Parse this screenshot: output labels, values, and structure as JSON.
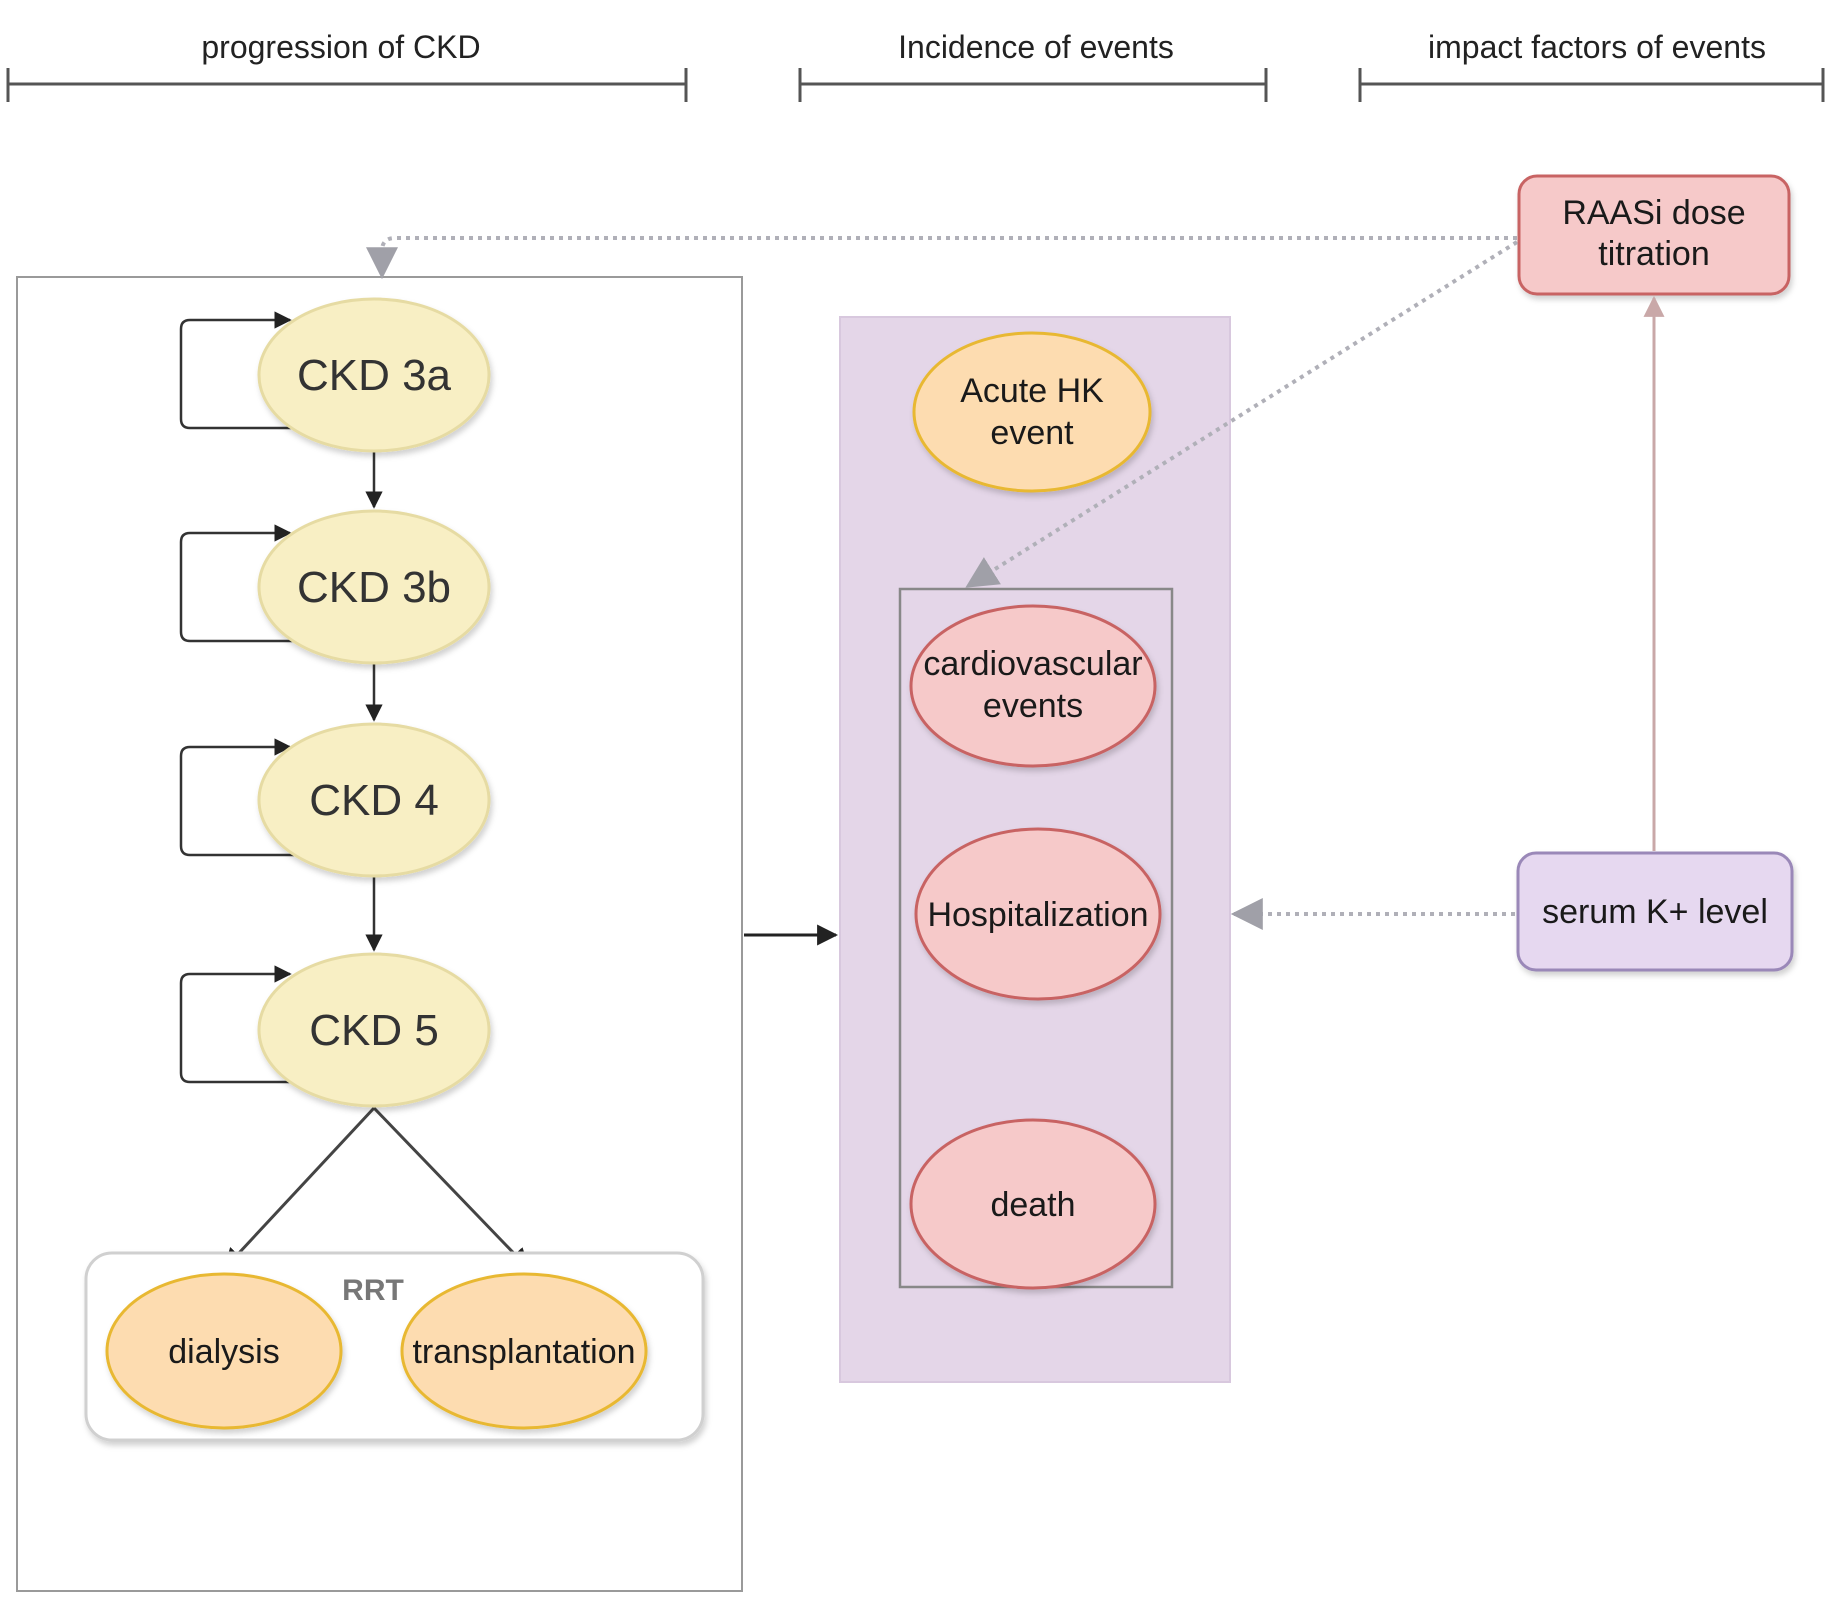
{
  "headers": {
    "progression": "progression of CKD",
    "incidence": "Incidence of events",
    "impact": "impact factors of events"
  },
  "ckd_stages": [
    "CKD 3a",
    "CKD 3b",
    "CKD 4",
    "CKD 5"
  ],
  "rrt": {
    "label": "RRT",
    "options": [
      "dialysis",
      "transplantation"
    ]
  },
  "events": {
    "acute_hk": [
      "Acute HK",
      "event"
    ],
    "cardiovascular": [
      "cardiovascular",
      "events"
    ],
    "hospitalization": "Hospitalization",
    "death": "death"
  },
  "factors": {
    "raasi": [
      "RAASi dose",
      "titration"
    ],
    "serum_k": "serum K+ level"
  },
  "colors": {
    "stage_fill": "#f8efc4",
    "stage_stroke": "#e6dba3",
    "orange_fill": "#fddcb0",
    "orange_stroke": "#e8b830",
    "red_fill": "#f6c9c9",
    "red_stroke": "#c86464",
    "panel_purple": "#e4d6e8",
    "factor_purple": "#e6d8f0",
    "factor_purple_stroke": "#9a88b8",
    "arrow": "#333333",
    "dotted": "#b0b0b8"
  }
}
